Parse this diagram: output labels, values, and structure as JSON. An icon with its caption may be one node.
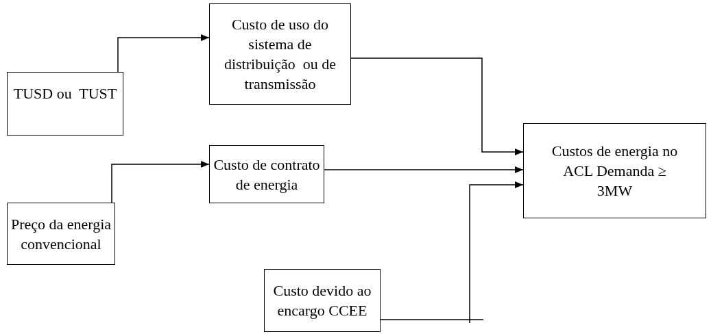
{
  "diagram": {
    "nodes": [
      {
        "text": [
          "TUSD ou  TUST"
        ]
      },
      {
        "text": [
          "Custo de uso do sistema de distribuição  ou de  transmissão"
        ]
      },
      {
        "text": [
          "Custo de contrato de energia"
        ]
      },
      {
        "text": [
          "Preço da energia convencional"
        ]
      },
      {
        "text": [
          "Custos de energia no ACL Demanda ≥ 3MW"
        ]
      },
      {
        "text": [
          "Custo devido ao encargo CCEE"
        ]
      }
    ],
    "edges": [
      {
        "from": 0,
        "to": 1,
        "arrow": "to"
      },
      {
        "from": 1,
        "to": 4,
        "arrow": "to"
      },
      {
        "from": 2,
        "to": 4,
        "arrow": "to"
      },
      {
        "from": 3,
        "to": 2,
        "arrow": "to"
      },
      {
        "from": 5,
        "to": 4,
        "arrow": "to"
      }
    ]
  }
}
